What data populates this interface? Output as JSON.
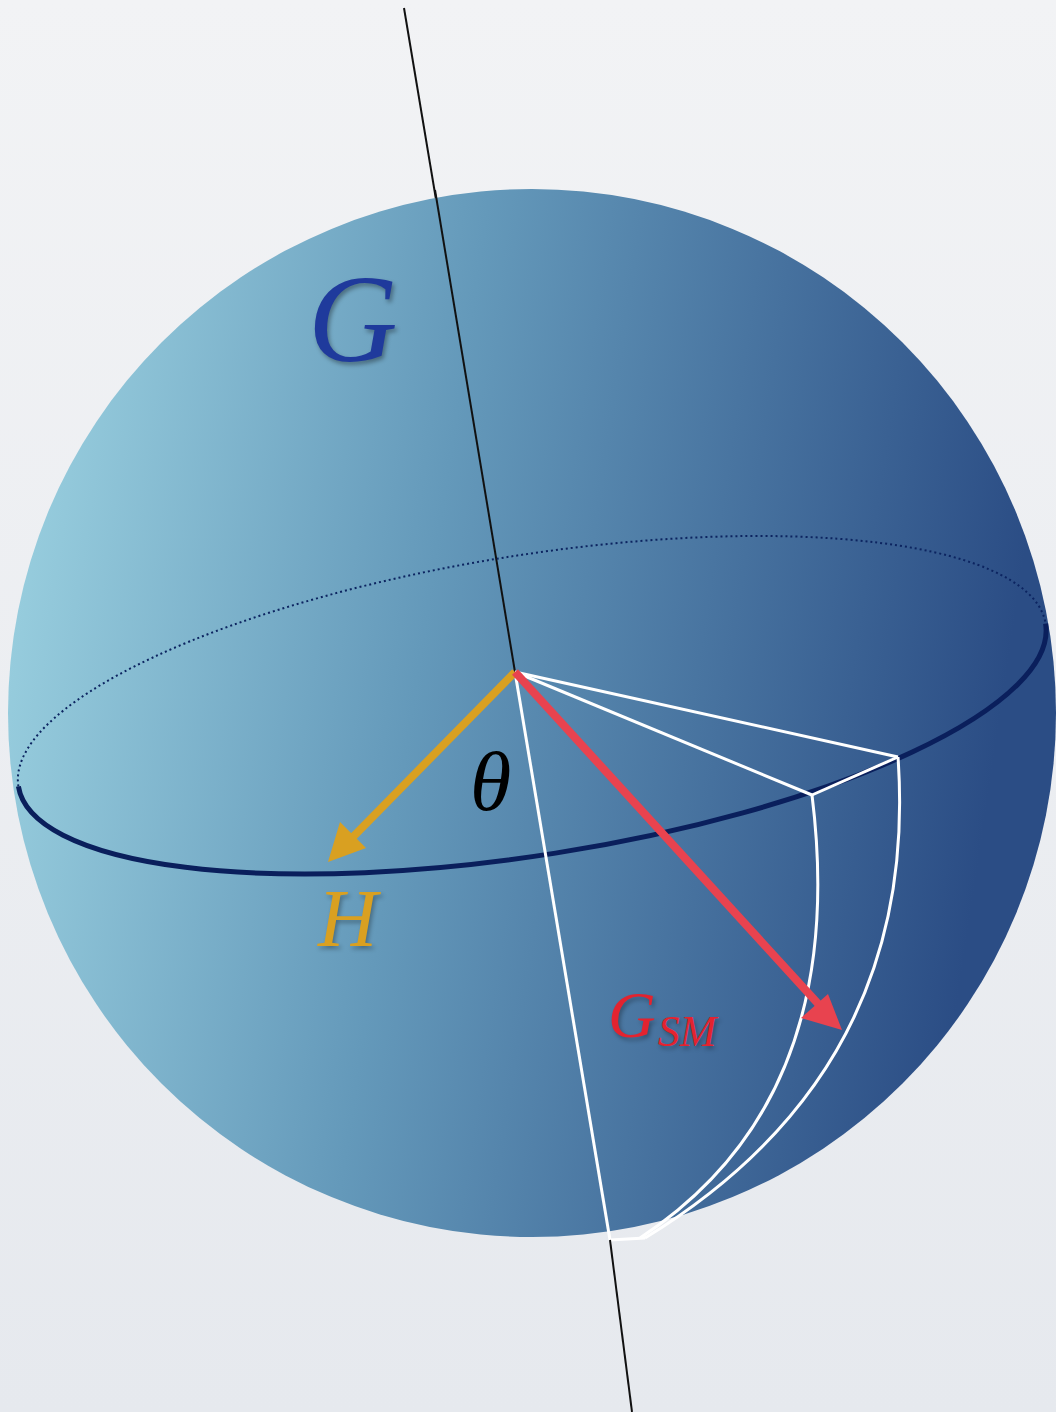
{
  "diagram": {
    "labels": [
      "G",
      "θ",
      "H",
      "G",
      "SM"
    ]
  }
}
